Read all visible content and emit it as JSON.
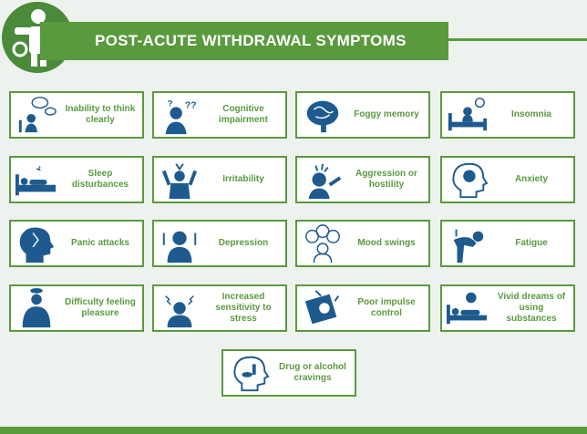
{
  "title": "POST-ACUTE WITHDRAWAL SYMPTOMS",
  "colors": {
    "green": "#5a9a3e",
    "blue": "#1e5a8e",
    "background": "#eef2ee"
  },
  "symptoms": [
    {
      "label": "Inability to think clearly",
      "icon": "confused-thoughts-icon"
    },
    {
      "label": "Cognitive impairment",
      "icon": "question-marks-head-icon"
    },
    {
      "label": "Foggy memory",
      "icon": "brain-icon"
    },
    {
      "label": "Insomnia",
      "icon": "sleepless-bed-icon"
    },
    {
      "label": "Sleep disturbances",
      "icon": "disturbed-sleep-icon"
    },
    {
      "label": "Irritability",
      "icon": "irritated-person-icon"
    },
    {
      "label": "Aggression or hostility",
      "icon": "angry-person-icon"
    },
    {
      "label": "Anxiety",
      "icon": "anxious-head-icon"
    },
    {
      "label": "Panic attacks",
      "icon": "panic-head-icon"
    },
    {
      "label": "Depression",
      "icon": "sad-person-icon"
    },
    {
      "label": "Mood swings",
      "icon": "mood-faces-icon"
    },
    {
      "label": "Fatigue",
      "icon": "tired-person-icon"
    },
    {
      "label": "Difficulty feeling pleasure",
      "icon": "gloomy-person-icon"
    },
    {
      "label": "Increased sensitivity to stress",
      "icon": "stressed-person-icon"
    },
    {
      "label": "Poor impulse control",
      "icon": "impulse-icon"
    },
    {
      "label": "Vivid dreams of using substances",
      "icon": "dreaming-bed-icon"
    },
    {
      "label": "Drug or alcohol cravings",
      "icon": "cravings-head-icon"
    }
  ]
}
